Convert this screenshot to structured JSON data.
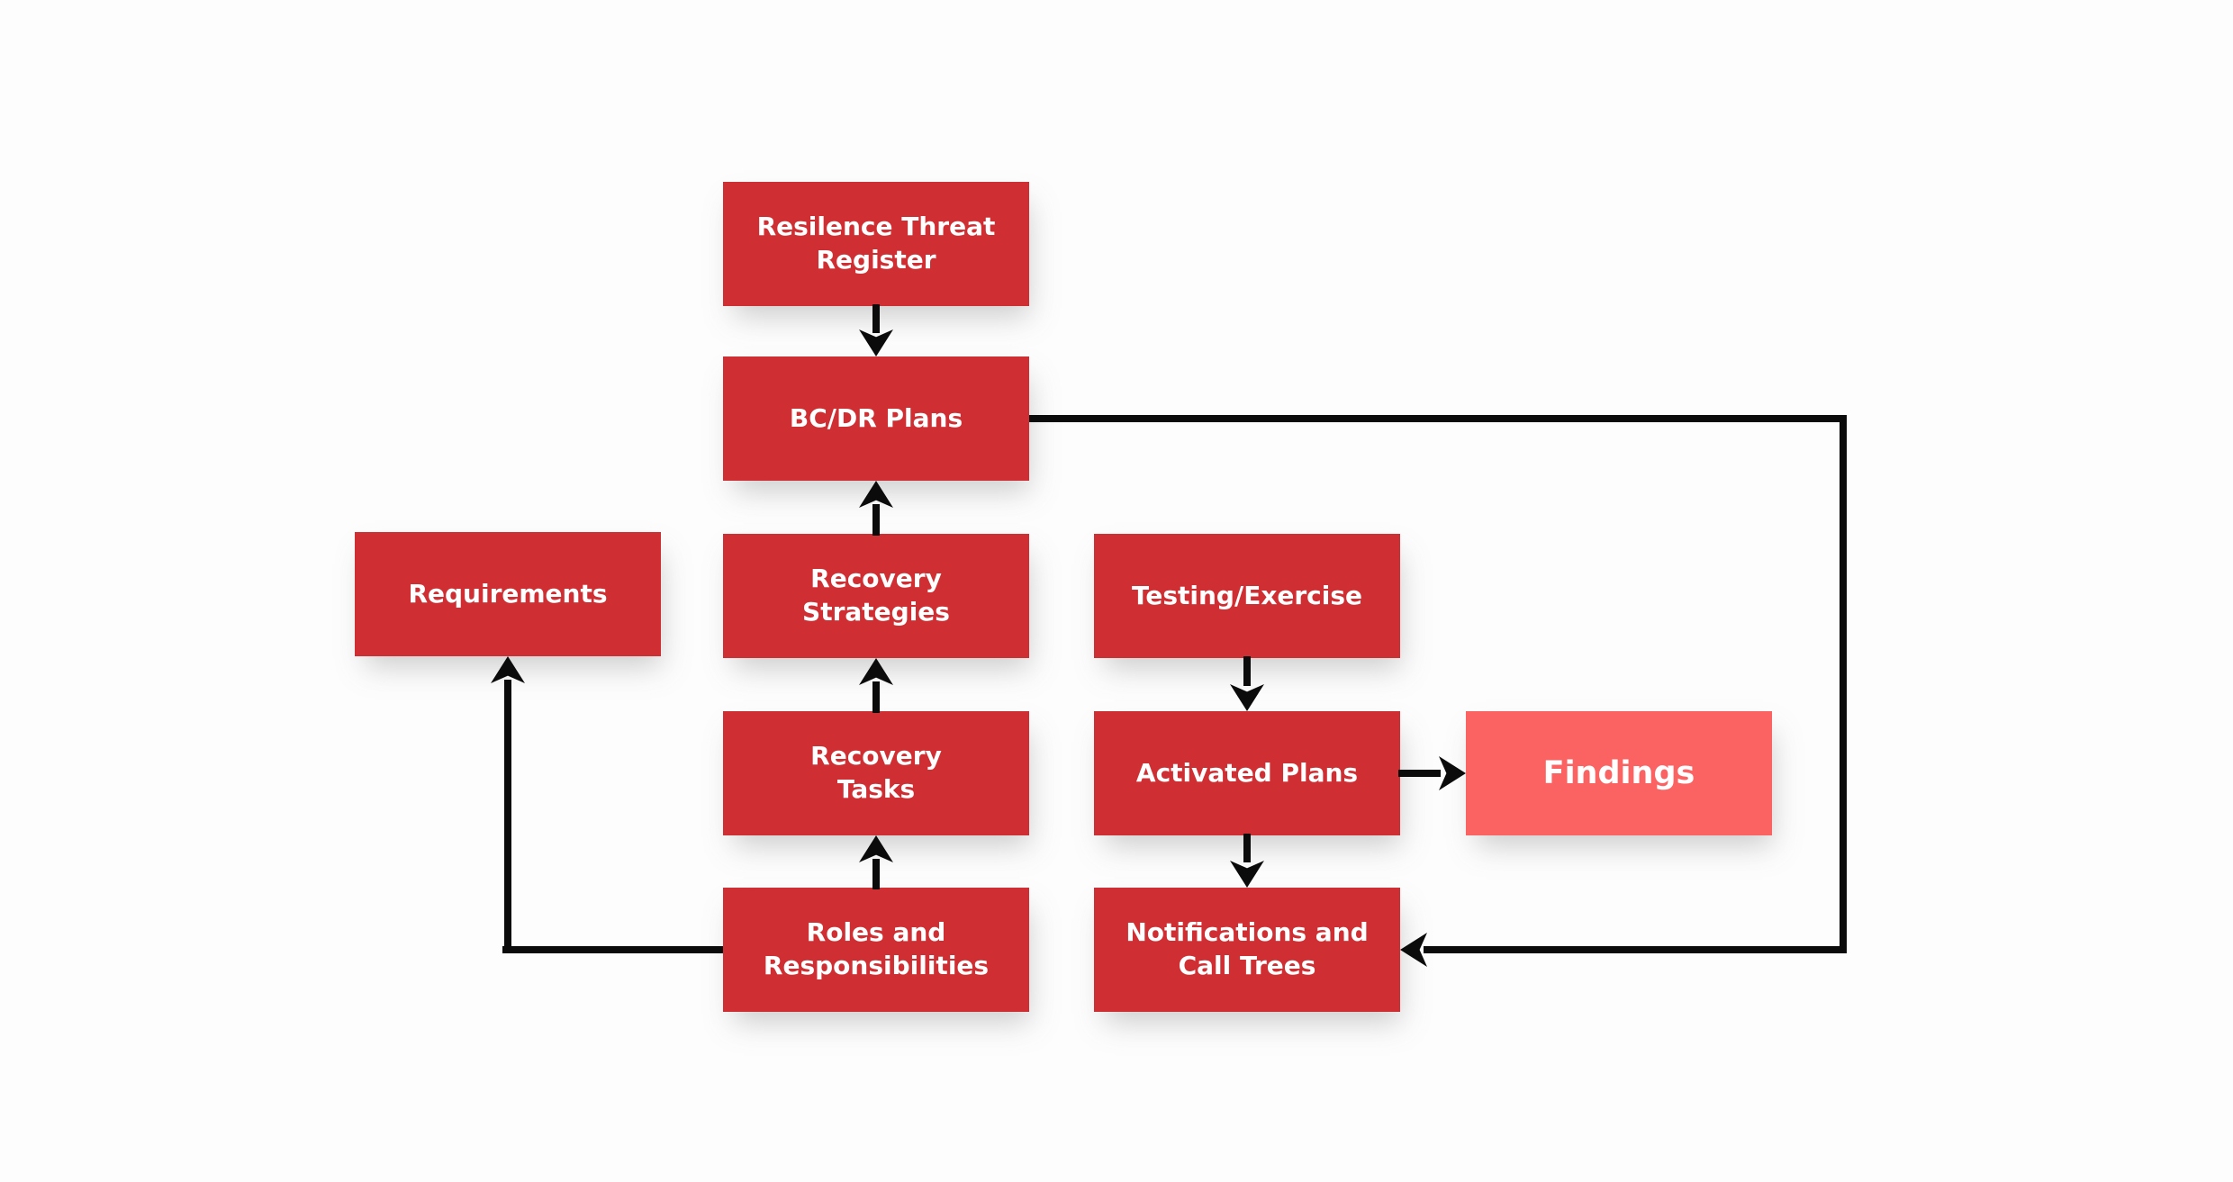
{
  "colors": {
    "node_fill": "#cf2f33",
    "findings_fill": "#fb6262",
    "arrow": "#0b0b0b",
    "node_text": "#ffffff",
    "background": "#fdfdfd"
  },
  "nodes": {
    "resilence_threat_register": {
      "label": "Resilence Threat\nRegister"
    },
    "bcdr_plans": {
      "label": "BC/DR Plans"
    },
    "requirements": {
      "label": "Requirements"
    },
    "recovery_strategies": {
      "label": "Recovery\nStrategies"
    },
    "testing_exercise": {
      "label": "Testing/Exercise"
    },
    "recovery_tasks": {
      "label": "Recovery\nTasks"
    },
    "activated_plans": {
      "label": "Activated Plans"
    },
    "findings": {
      "label": "Findings"
    },
    "roles_responsibilities": {
      "label": "Roles and\nResponsibilities"
    },
    "notifications_call_trees": {
      "label": "Notifications and\nCall Trees"
    }
  },
  "connections": [
    {
      "from": "Resilence Threat Register",
      "to": "BC/DR Plans"
    },
    {
      "from": "Recovery Strategies",
      "to": "BC/DR Plans"
    },
    {
      "from": "Recovery Tasks",
      "to": "Recovery Strategies"
    },
    {
      "from": "Roles and Responsibilities",
      "to": "Recovery Tasks"
    },
    {
      "from": "Roles and Responsibilities",
      "to": "Requirements"
    },
    {
      "from": "BC/DR Plans",
      "to": "Notifications and Call Trees"
    },
    {
      "from": "Testing/Exercise",
      "to": "Activated Plans"
    },
    {
      "from": "Activated Plans",
      "to": "Findings"
    },
    {
      "from": "Activated Plans",
      "to": "Notifications and Call Trees"
    }
  ]
}
